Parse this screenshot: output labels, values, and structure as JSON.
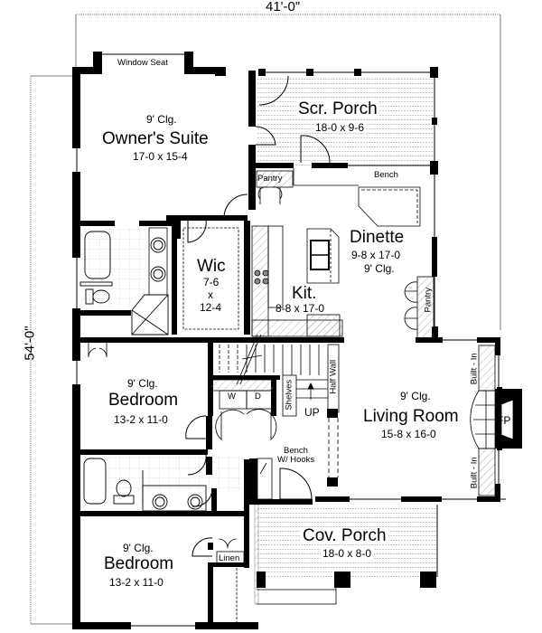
{
  "dimensions": {
    "width": "41'-0\"",
    "depth": "54'-0\""
  },
  "rooms": {
    "owners_suite": {
      "ceiling": "9' Clg.",
      "name": "Owner's Suite",
      "size": "17-0 x 15-4"
    },
    "scr_porch": {
      "name": "Scr. Porch",
      "size": "18-0 x 9-6"
    },
    "wic": {
      "name": "Wic",
      "size_w": "7-6",
      "size_x": "x",
      "size_d": "12-4"
    },
    "dinette": {
      "name": "Dinette",
      "size": "9-8 x 17-0",
      "ceiling": "9' Clg."
    },
    "kitchen": {
      "name": "Kit.",
      "size": "8-8 x 17-0"
    },
    "bedroom_1": {
      "ceiling": "9' Clg.",
      "name": "Bedroom",
      "size": "13-2 x 11-0"
    },
    "living_room": {
      "ceiling": "9' Clg.",
      "name": "Living Room",
      "size": "15-8 x 16-0"
    },
    "bedroom_2": {
      "ceiling": "9' Clg.",
      "name": "Bedroom",
      "size": "13-2 x 11-0"
    },
    "cov_porch": {
      "name": "Cov. Porch",
      "size": "18-0 x 8-0"
    }
  },
  "labels": {
    "window_seat": "Window Seat",
    "pantry_top": "Pantry",
    "pantry_side": "Pantry",
    "bench": "Bench",
    "washer": "W",
    "dryer": "D",
    "shelves": "Shelves",
    "half_wall": "Half Wall",
    "up": "UP",
    "bench_hooks_1": "Bench",
    "bench_hooks_2": "W/ Hooks",
    "built_in_top": "Built - In",
    "built_in_bottom": "Built - In",
    "fireplace": "FP",
    "linen": "Linen"
  },
  "colors": {
    "wall": "#000000",
    "background": "#ffffff",
    "hatch": "#9a9a9a",
    "porch_lines": "#b5b5b5",
    "tile": "#c8c8c8"
  }
}
